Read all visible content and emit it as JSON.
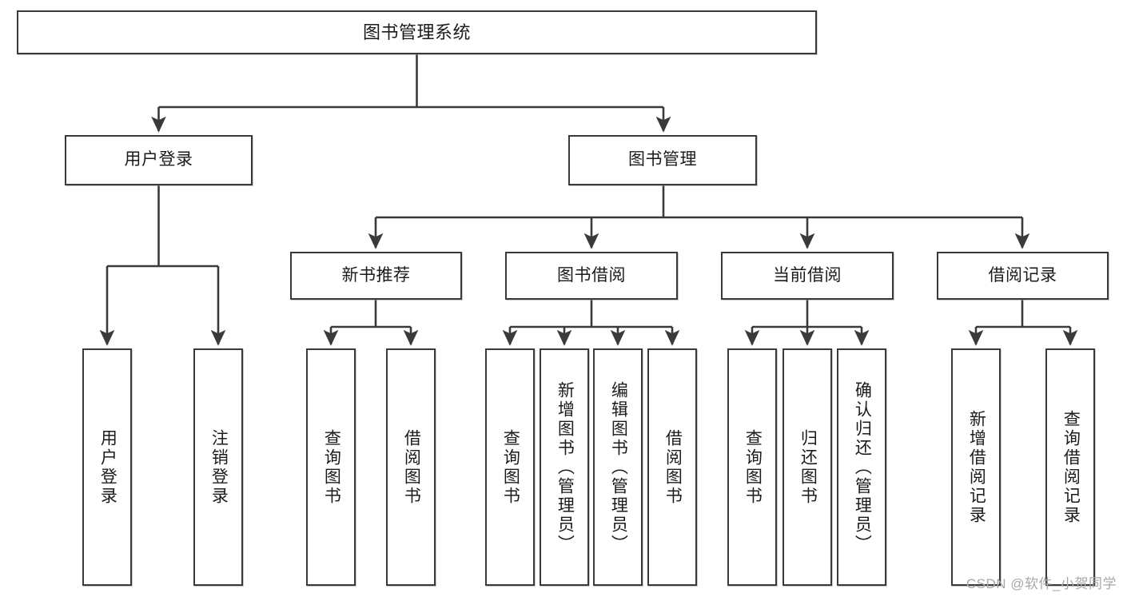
{
  "diagram": {
    "title": "图书管理系统",
    "type": "tree-hierarchy-diagram",
    "watermark": "CSDN @软件_小贺同学",
    "colors": {
      "background": "#ffffff",
      "stroke": "#3a3a3a",
      "text": "#1b1b1b",
      "watermark": "#a8a8a8"
    },
    "nodes": {
      "root": {
        "label": "图书管理系统"
      },
      "level2": [
        {
          "label": "用户登录"
        },
        {
          "label": "图书管理"
        }
      ],
      "level3": [
        {
          "label": "新书推荐"
        },
        {
          "label": "图书借阅"
        },
        {
          "label": "当前借阅"
        },
        {
          "label": "借阅记录"
        }
      ],
      "leaves": {
        "user_login": [
          {
            "label": "用户登录"
          },
          {
            "label": "注销登录"
          }
        ],
        "new_book_recommend": [
          {
            "label": "查询图书"
          },
          {
            "label": "借阅图书"
          }
        ],
        "book_borrow": [
          {
            "label": "查询图书"
          },
          {
            "label": "新增图书（管理员）"
          },
          {
            "label": "编辑图书（管理员）"
          },
          {
            "label": "借阅图书"
          }
        ],
        "current_borrow": [
          {
            "label": "查询图书"
          },
          {
            "label": "归还图书"
          },
          {
            "label": "确认归还（管理员）"
          }
        ],
        "borrow_records": [
          {
            "label": "新增借阅记录"
          },
          {
            "label": "查询借阅记录"
          }
        ]
      }
    }
  }
}
